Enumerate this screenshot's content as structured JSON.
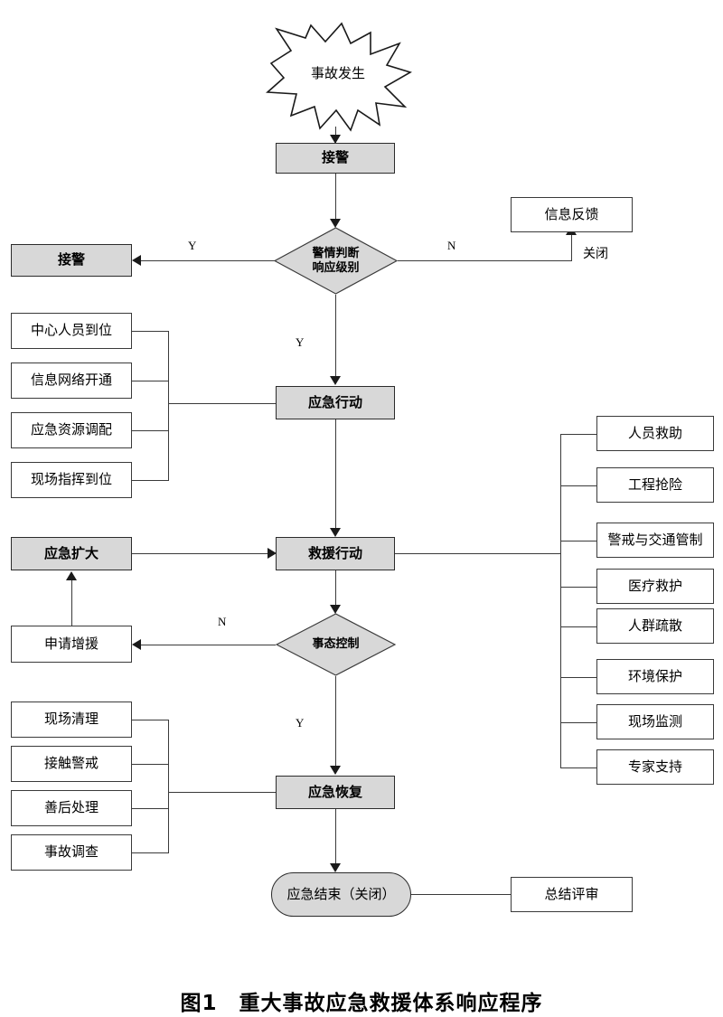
{
  "caption": "图1　重大事故应急救援体系响应程序",
  "colors": {
    "shaded_fill": "#d8d8d8",
    "plain_fill": "#ffffff",
    "stroke": "#3a3a3a"
  },
  "nodes": {
    "start_burst": "事故发生",
    "alarm_receive_main": "接警",
    "alarm_receive_side": "接警",
    "decision_level": "警情判断\n响应级别",
    "decision_level_line1": "警情判断",
    "decision_level_line2": "响应级别",
    "info_feedback": "信息反馈",
    "emergency_action": "应急行动",
    "rescue_action": "救援行动",
    "decision_control": "事态控制",
    "emergency_expand": "应急扩大",
    "request_reinforcement": "申请增援",
    "emergency_recovery": "应急恢复",
    "emergency_end": "应急结束（关闭）",
    "summary_review": "总结评审"
  },
  "left_support_group": [
    "中心人员到位",
    "信息网络开通",
    "应急资源调配",
    "现场指挥到位"
  ],
  "right_task_group": [
    "人员救助",
    "工程抢险",
    "警戒与交通管制",
    "医疗救护",
    "人群疏散",
    "环境保护",
    "现场监测",
    "专家支持"
  ],
  "bottom_recovery_group": [
    "现场清理",
    "接触警戒",
    "善后处理",
    "事故调查"
  ],
  "edge_labels": {
    "decision_level_yes": "Y",
    "decision_level_no": "N",
    "decision_level_close": "关闭",
    "to_emergency_action_yes": "Y",
    "decision_control_no": "N",
    "decision_control_yes": "Y"
  }
}
